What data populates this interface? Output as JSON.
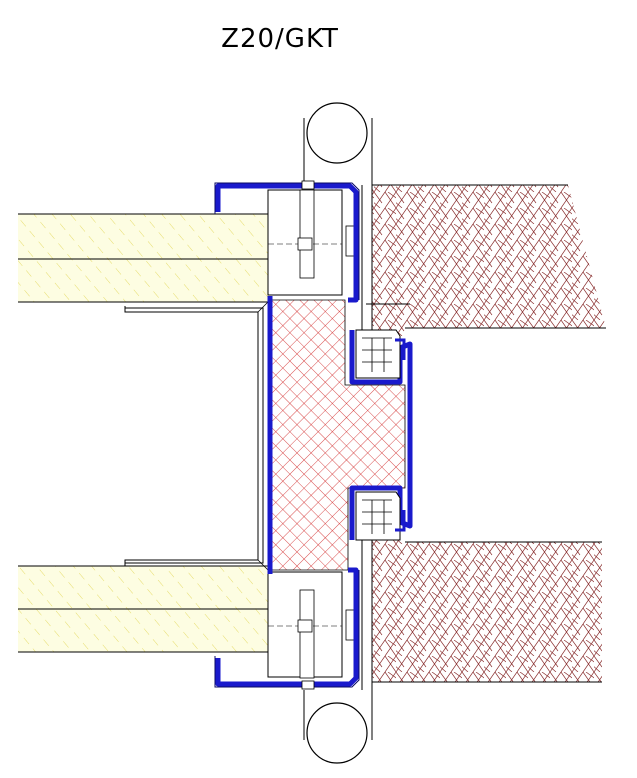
{
  "title": "Z20/GKT",
  "colors": {
    "profile": "#1a1acc",
    "fire_core_hatch": "#d02020",
    "masonry_hatch": "#8a2a2a",
    "insulation_fill": "#fbfbd8",
    "insulation_hatch": "#e8e070",
    "line": "#000000",
    "background": "#ffffff"
  },
  "components": [
    "drywall-panel-upper",
    "drywall-panel-lower",
    "c-stud-profile",
    "fire-resistant-core",
    "steel-frame-profile",
    "masonry-wall-upper",
    "masonry-wall-lower",
    "rubber-seal-gasket",
    "hinge-roller"
  ]
}
